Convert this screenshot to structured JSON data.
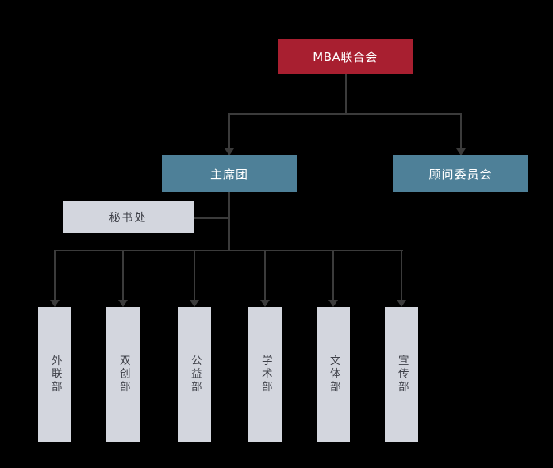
{
  "palette": {
    "canvas_bg": "#000000",
    "root_box": "#a81f30",
    "branch_box": "#4e8098",
    "light_box": "#d3d6de",
    "line": "#3b3b3b",
    "text_on_color": "#ffffff",
    "text_on_light": "#3f4149"
  },
  "org": {
    "root": {
      "label": "MBA联合会"
    },
    "level2": [
      {
        "label": "主席团"
      },
      {
        "label": "顾问委员会"
      }
    ],
    "staff": {
      "label": "秘书处"
    },
    "departments": [
      {
        "label": "外联部"
      },
      {
        "label": "双创部"
      },
      {
        "label": "公益部"
      },
      {
        "label": "学术部"
      },
      {
        "label": "文体部"
      },
      {
        "label": "宣传部"
      }
    ]
  }
}
